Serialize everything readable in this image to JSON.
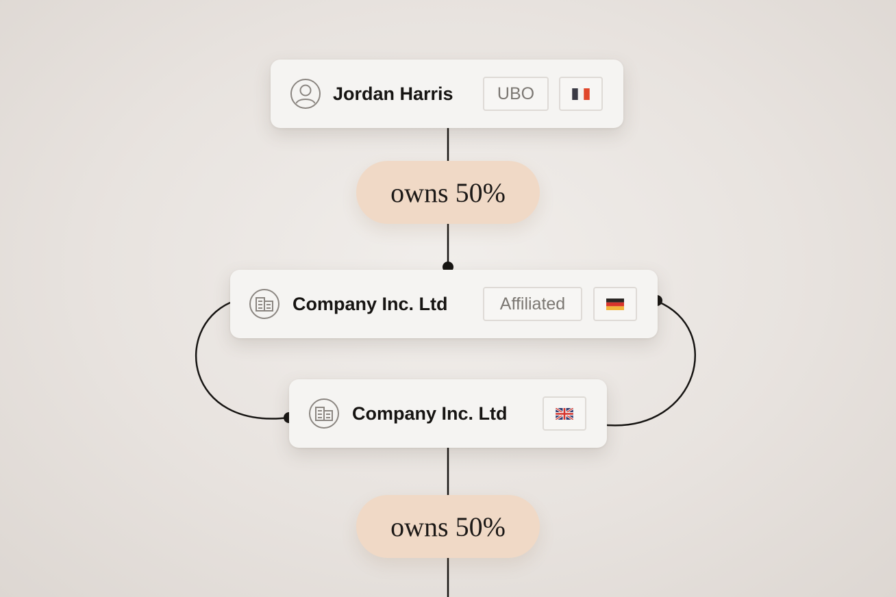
{
  "nodes": [
    {
      "name": "Jordan Harris",
      "icon": "person-icon",
      "tag": "UBO",
      "flag": "france-flag-icon"
    },
    {
      "name": "Company Inc. Ltd",
      "icon": "building-icon",
      "tag": "Affiliated",
      "flag": "germany-flag-icon"
    },
    {
      "name": "Company Inc. Ltd",
      "icon": "building-icon",
      "flag": "uk-flag-icon"
    }
  ],
  "edges": [
    {
      "label": "owns 50%"
    },
    {
      "label": "owns 50%"
    }
  ],
  "colors": {
    "card": "#f5f4f2",
    "pill": "#f0d9c6",
    "line": "#161412",
    "tag_border": "#dedad6",
    "tag_text": "#7b7772"
  }
}
